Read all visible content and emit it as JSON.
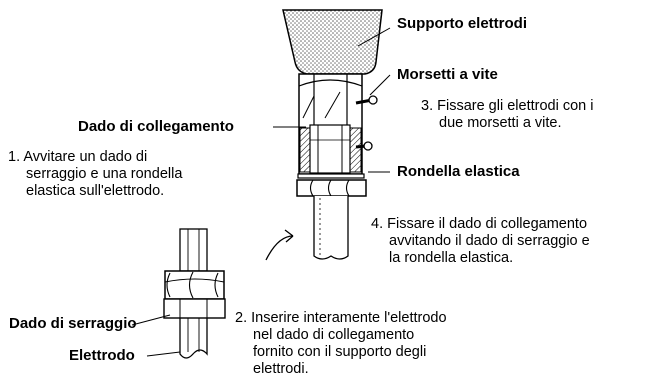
{
  "labels": {
    "supporto_elettrodi": "Supporto elettrodi",
    "morsetti_a_vite": "Morsetti a vite",
    "dado_di_collegamento": "Dado di collegamento",
    "rondella_elastica": "Rondella elastica",
    "dado_di_serraggio": "Dado di serraggio",
    "elettrodo": "Elettrodo"
  },
  "steps": {
    "step1": [
      "1. Avvitare un dado di",
      "serraggio e una rondella",
      "elastica sull'elettrodo."
    ],
    "step2": [
      "2. Inserire interamente l'elettrodo",
      "nel dado di collegamento",
      "fornito con il supporto degli",
      "elettrodi."
    ],
    "step3": [
      "3. Fissare gli elettrodi con i",
      "due morsetti a vite."
    ],
    "step4": [
      "4. Fissare il dado di collegamento",
      "avvitando il dado di serraggio e",
      "la rondella elastica."
    ]
  }
}
